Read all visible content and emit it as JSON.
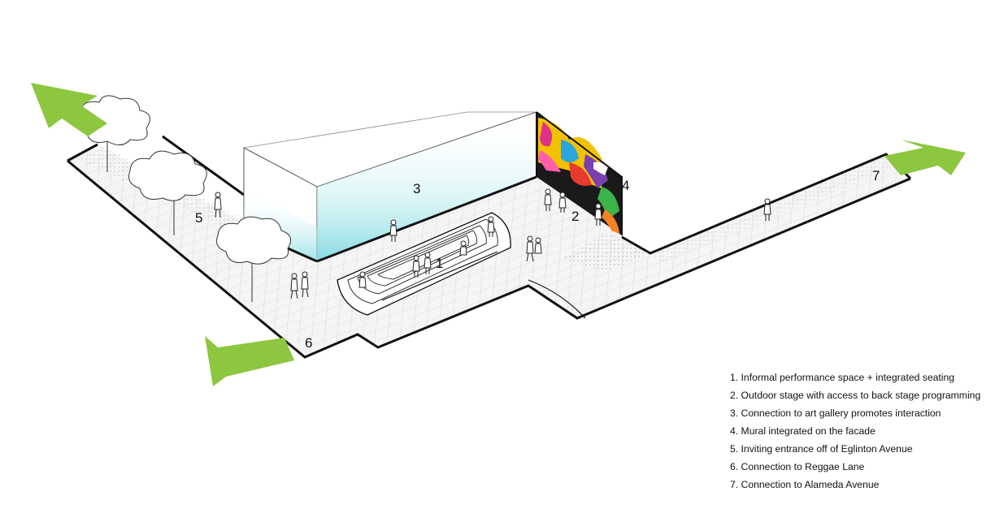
{
  "site_labels": {
    "n1": "1",
    "n2": "2",
    "n3": "3",
    "n4": "4",
    "n5": "5",
    "n6": "6",
    "n7": "7"
  },
  "legend": [
    "1.  Informal performance space + integrated seating",
    "2. Outdoor stage with access to back stage programming",
    "3.  Connection to art gallery promotes interaction",
    "4.  Mural integrated on the facade",
    "5.  Inviting entrance off of Eglinton Avenue",
    "6. Connection to Reggae Lane",
    "7. Connection to Alameda Avenue"
  ],
  "colors": {
    "arrow_green": "#8dc63f",
    "outline": "#111111",
    "grid": "#d6d6d6",
    "glass_cyan": "#7fd8df",
    "ground": "#f3f3f3"
  }
}
